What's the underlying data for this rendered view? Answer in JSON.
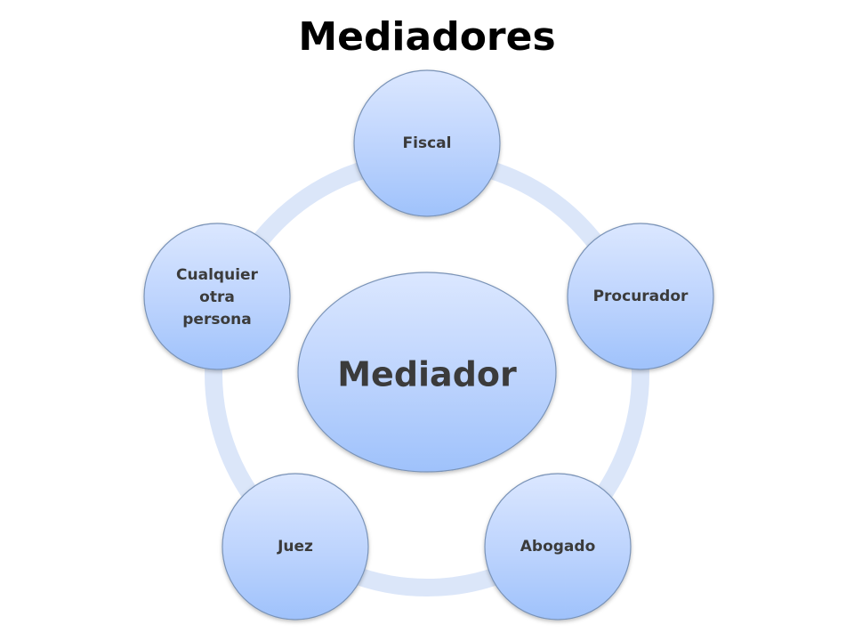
{
  "title": "Mediadores",
  "center": {
    "label": "Mediador"
  },
  "nodes": [
    {
      "id": "fiscal",
      "lines": [
        "Fiscal"
      ]
    },
    {
      "id": "procurador",
      "lines": [
        "Procurador"
      ]
    },
    {
      "id": "abogado",
      "lines": [
        "Abogado"
      ]
    },
    {
      "id": "juez",
      "lines": [
        "Juez"
      ]
    },
    {
      "id": "cualquier-otra-persona",
      "lines": [
        "Cualquier",
        "otra",
        "persona"
      ]
    }
  ],
  "colors": {
    "ring": "#dbe6f9",
    "node_top": "#dbe7ff",
    "node_bottom": "#9fc2fb",
    "node_stroke": "#7a93b7",
    "label": "#3b3b3b"
  }
}
